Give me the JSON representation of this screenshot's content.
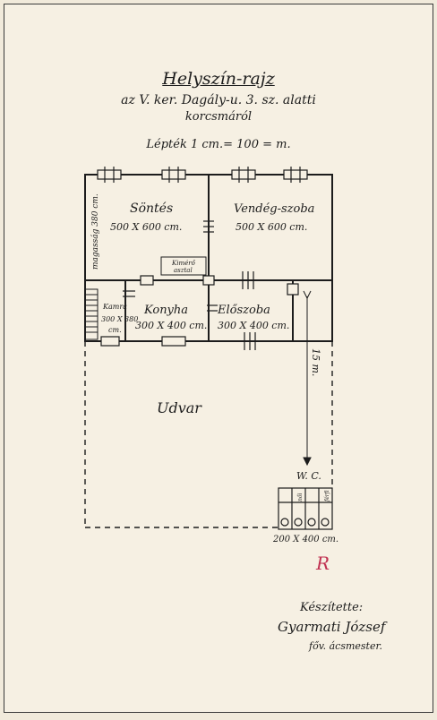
{
  "header": {
    "title": "Helyszín-rajz",
    "subtitle": "az V. ker. Dagály-u. 3. sz. alatti",
    "subtitle2": "korcsmáról",
    "scale": "Lépték 1 cm.= 100 = m."
  },
  "rooms": {
    "sontes_name": "Söntés",
    "sontes_size": "500 X 600 cm.",
    "vendeg_name": "Vendég-szoba",
    "vendeg_size": "500 X 600 cm.",
    "konyha_name": "Konyha",
    "konyha_size": "300 X 400 cm.",
    "eloszoba_name": "Előszoba",
    "eloszoba_size": "300 X 400 cm.",
    "kamra_name": "Kamra",
    "kamra_size_a": "300 X 380",
    "kamra_size_b": "cm.",
    "kemeny_a": "Kimérő",
    "kemeny_b": "asztal",
    "height_note": "magasság 380 cm.",
    "udvar": "Udvar",
    "distance": "15 m.",
    "wc": "W. C.",
    "wc_noi": "női",
    "wc_ferfi": "férfi",
    "wc_size": "200 X 400 cm."
  },
  "mark": "R",
  "preparer": {
    "label": "Készítette:",
    "name": "Gyarmati József",
    "title": "főv. ácsmester."
  }
}
